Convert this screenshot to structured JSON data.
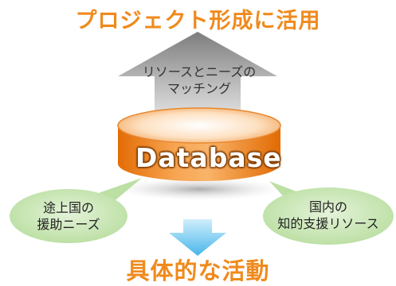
{
  "title_top": "プロジェクト形成に活用",
  "arrow": {
    "line1": "リソースとニーズの",
    "line2": "マッチング"
  },
  "database_label": "Database",
  "left_bubble": {
    "line1": "途上国の",
    "line2": "援助ニーズ"
  },
  "right_bubble": {
    "line1": "国内の",
    "line2": "知的支援リソース"
  },
  "title_bottom": "具体的な活動",
  "colors": {
    "title": "#f08a1c",
    "bubble_green": "#c9e6b4",
    "database_orange": "#f08a1c",
    "arrow_gray": "#9a9a9a",
    "down_arrow_blue": "#7fcdf0"
  }
}
